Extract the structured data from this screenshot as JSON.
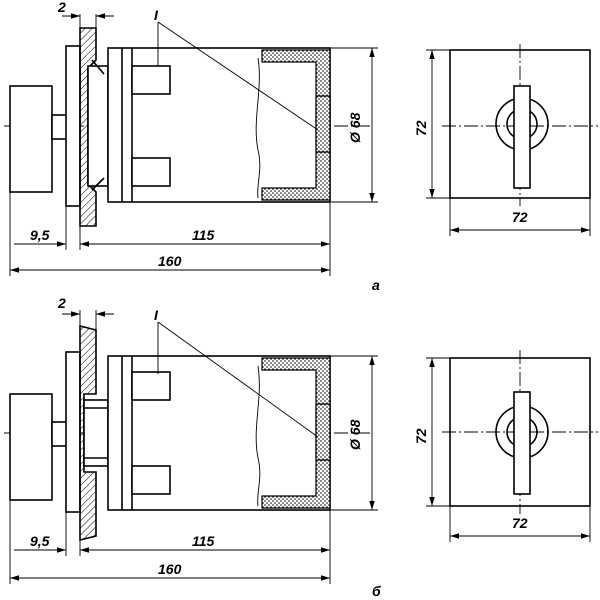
{
  "views": [
    {
      "caption": "а",
      "dim_panel": "2",
      "leader_label": "I",
      "dim_diameter": "Ø 68",
      "dim_offset": "9,5",
      "dim_body": "115",
      "dim_total": "160",
      "dim_height": "72",
      "dim_width": "72"
    },
    {
      "caption": "б",
      "dim_panel": "2",
      "leader_label": "I",
      "dim_diameter": "Ø 68",
      "dim_offset": "9,5",
      "dim_body": "115",
      "dim_total": "160",
      "dim_height": "72",
      "dim_width": "72"
    }
  ]
}
